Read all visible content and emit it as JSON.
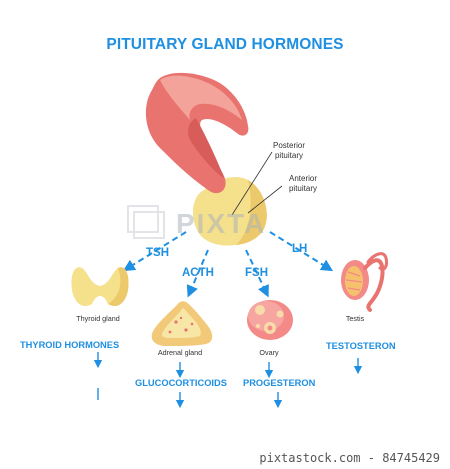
{
  "title": "PITUITARY GLAND HORMONES",
  "callouts": {
    "posterior": "Posterior\npituitary",
    "anterior": "Anterior\npituitary"
  },
  "hormones": {
    "tsh": "TSH",
    "acth": "ACTH",
    "fsh": "FSH",
    "lh": "LH"
  },
  "organs": {
    "thyroid": "Thyroid gland",
    "adrenal": "Adrenal gland",
    "ovary": "Ovary",
    "testis": "Testis"
  },
  "products": {
    "thyroid": "THYROID HORMONES",
    "adrenal": "GLUCOCORTICOIDS",
    "ovary": "PROGESTERON",
    "testis": "TESTOSTERON"
  },
  "watermark": {
    "text": "PIXTA"
  },
  "footer": {
    "text": "pixtastock.com - 84745429"
  },
  "colors": {
    "accent": "#1e8fe1",
    "posterior": "#e8736f",
    "anterior": "#f5e08c",
    "adrenal": "#f2c879",
    "ovary": "#f38a87"
  }
}
